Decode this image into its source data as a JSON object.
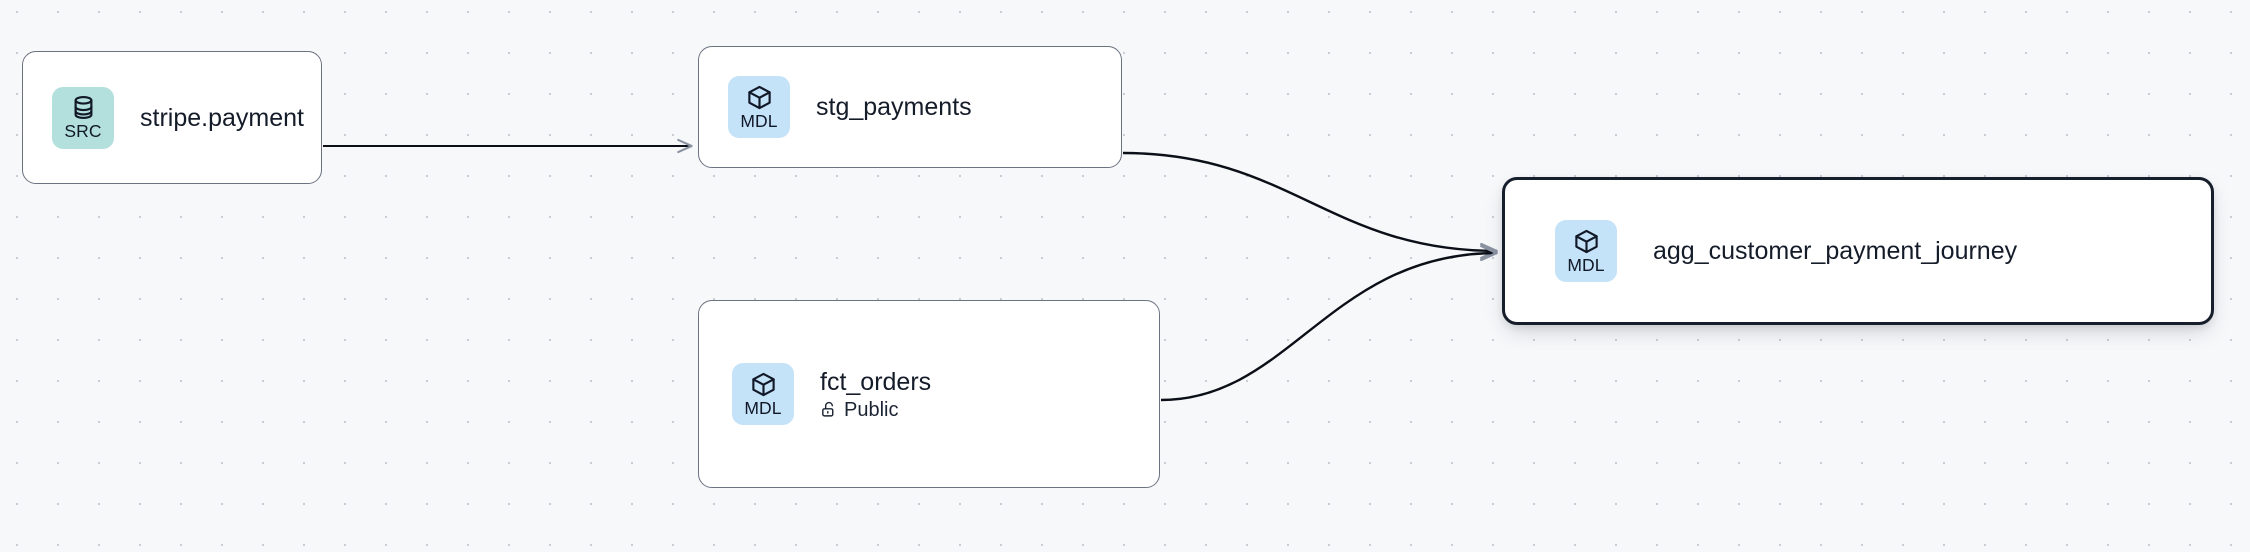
{
  "canvas": {
    "background_color": "#f7f8fa",
    "grid": "dot-grid",
    "grid_dot_color": "#c9cdd6"
  },
  "palette": {
    "source_badge_bg": "#b3e0dc",
    "model_badge_bg": "#c4e2f8",
    "node_border": "#6b7280",
    "selected_node_border": "#161d2b",
    "node_bg": "#ffffff",
    "edge_stroke": "#0b0f17",
    "arrowhead": "#8b93a3",
    "text": "#141b29"
  },
  "nodes": [
    {
      "id": "stripe-payment",
      "badge_type": "SRC",
      "badge_icon": "database-icon",
      "title": "stripe.payment",
      "subtitle": null,
      "subtitle_icon": null,
      "selected": false
    },
    {
      "id": "stg-payments",
      "badge_type": "MDL",
      "badge_icon": "cube-icon",
      "title": "stg_payments",
      "subtitle": null,
      "subtitle_icon": null,
      "selected": false
    },
    {
      "id": "fct-orders",
      "badge_type": "MDL",
      "badge_icon": "cube-icon",
      "title": "fct_orders",
      "subtitle": "Public",
      "subtitle_icon": "unlock-icon",
      "selected": false
    },
    {
      "id": "agg-customer-payment-journey",
      "badge_type": "MDL",
      "badge_icon": "cube-icon",
      "title": "agg_customer_payment_journey",
      "subtitle": null,
      "subtitle_icon": null,
      "selected": true
    }
  ],
  "edges": [
    {
      "id": "edge-stripe-to-stg",
      "from": "stripe-payment",
      "to": "stg-payments",
      "style": "straight",
      "arrow": true
    },
    {
      "id": "edge-stg-to-agg",
      "from": "stg-payments",
      "to": "agg-customer-payment-journey",
      "style": "bezier",
      "arrow": true
    },
    {
      "id": "edge-fct-to-agg",
      "from": "fct-orders",
      "to": "agg-customer-payment-journey",
      "style": "bezier",
      "arrow": true
    }
  ]
}
